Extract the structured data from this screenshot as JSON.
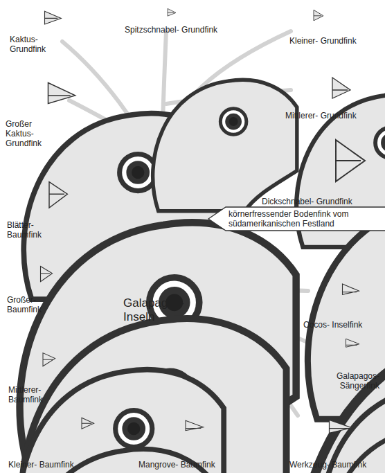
{
  "diagram": {
    "nodes": [
      {
        "text": [
          "körnerfressender Bodenfink vom südamerikanischen Festland"
        ]
      }
    ],
    "labels": [
      "Kaktus- Grundfink",
      "Spitzschnabel- Grundfink",
      "Kleiner- Grundfink",
      "Großer Kaktus- Grundfink",
      "Mittlerer- Grundfink",
      "Blätter- Baumfink",
      "Dickschnabel- Grundfink",
      "Großer- Baumfink",
      "Galapagos- Inseln",
      "Cocos- Inselfink",
      "Galapagos- Sängerfink",
      "Mittlerer- Baumfink",
      "Kleiner- Baumfink",
      "Mangrove- Baumfink",
      "Werkzeug- Baumfink"
    ]
  }
}
